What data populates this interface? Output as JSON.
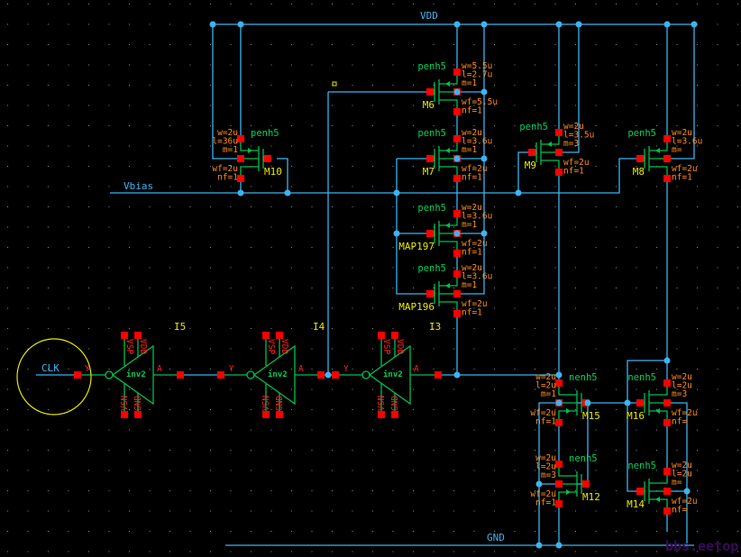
{
  "nets": {
    "vdd": "VDD",
    "gnd": "GND",
    "vbias": "Vbias",
    "clk": "CLK"
  },
  "colors": {
    "background": "#000000",
    "wire": "#3cb4f0",
    "device": "#00c050",
    "pin": "#ff0000",
    "param": "#ff8c1a",
    "instance": "#e8e800",
    "selection": "#e8e800"
  },
  "transistors": [
    {
      "name": "M10",
      "model": "penh5",
      "top": [
        "w=2u",
        "l=36u",
        "m=1"
      ],
      "bottom": [
        "wf=2u",
        "nf=1"
      ]
    },
    {
      "name": "M6",
      "model": "penh5",
      "top": [
        "w=5.5u",
        "l=2.7u",
        "m=1"
      ],
      "bottom": [
        "wf=5.5u",
        "nf=1"
      ]
    },
    {
      "name": "M7",
      "model": "penh5",
      "top": [
        "w=2u",
        "l=3.6u",
        "m=1"
      ],
      "bottom": [
        "wf=2u",
        "nf=1"
      ]
    },
    {
      "name": "MAP197",
      "model": "penh5",
      "top": [
        "w=2u",
        "l=3.6u",
        "m=1"
      ],
      "bottom": [
        "wf=2u",
        "nf=1"
      ]
    },
    {
      "name": "MAP196",
      "model": "penh5",
      "top": [
        "w=2u",
        "l=3.6u",
        "m=1"
      ],
      "bottom": [
        "wf=2u",
        "nf=1"
      ]
    },
    {
      "name": "M9",
      "model": "penh5",
      "top": [
        "w=2u",
        "l=3.5u",
        "m=3"
      ],
      "bottom": [
        "wf=2u",
        "nf=1"
      ]
    },
    {
      "name": "M8",
      "model": "penh5",
      "top": [
        "w=2u",
        "l=3.6u",
        "m="
      ],
      "bottom": [
        "wf=2u",
        "nf=1"
      ]
    },
    {
      "name": "M15",
      "model": "nenh5",
      "top": [
        "w=2u",
        "l=2u",
        "m=1"
      ],
      "bottom": [
        "wf=2u",
        "nf=1"
      ]
    },
    {
      "name": "M12",
      "model": "nenh5",
      "top": [
        "w=2u",
        "l=2u",
        "m=3"
      ],
      "bottom": [
        "wf=2u",
        "nf=1"
      ]
    },
    {
      "name": "M16",
      "model": "nenh5",
      "top": [
        "w=2u",
        "l=2u",
        "m=3"
      ],
      "bottom": [
        "wf=2u",
        "nf="
      ]
    },
    {
      "name": "M14",
      "model": "nenh5",
      "top": [
        "w=2u",
        "l=2u",
        "m="
      ],
      "bottom": [
        "wf=2u",
        "nf="
      ]
    }
  ],
  "inverters": [
    {
      "name": "I5",
      "cell": "inv2",
      "in": "A",
      "out": "Y",
      "pins": [
        "VSP",
        "VDD",
        "VSN",
        "GND"
      ]
    },
    {
      "name": "I4",
      "cell": "inv2",
      "in": "A",
      "out": "Y",
      "pins": [
        "VSP",
        "VDD",
        "VSN",
        "GND"
      ]
    },
    {
      "name": "I3",
      "cell": "inv2",
      "in": "A",
      "out": "Y",
      "pins": [
        "VSP",
        "VDD",
        "VSN",
        "GND"
      ]
    }
  ],
  "watermark": "bbs.eetop.cn"
}
